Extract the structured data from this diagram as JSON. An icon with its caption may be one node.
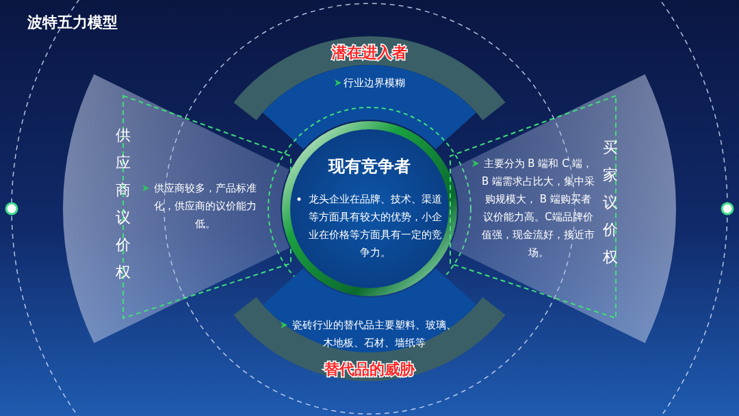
{
  "diagram": {
    "title": "波特五力模型",
    "nodes": [
      {
        "text": [
          "潜在进入者",
          "行业边界模糊"
        ]
      },
      {
        "text": [
          "供应商议价权",
          "供应商较多，产品标准化，供应商的议价能力低。"
        ]
      },
      {
        "text": [
          "现有竞争者",
          "龙头企业在品牌、技术、渠道等方面具有较大的优势，小企业在价格等方面具有一定的竞争力。"
        ]
      },
      {
        "text": [
          "主要分为 B 端和 C 端，B 端需求占比大，集中采购规模大， B 端购买者议价能力高。C端品牌价值强，现金流好，接近市场。",
          "买家议价权"
        ]
      },
      {
        "text": [
          "瓷砖行业的替代品主要塑料、玻璃、木地板、石材、墙纸等",
          "替代品的威胁"
        ]
      }
    ]
  }
}
